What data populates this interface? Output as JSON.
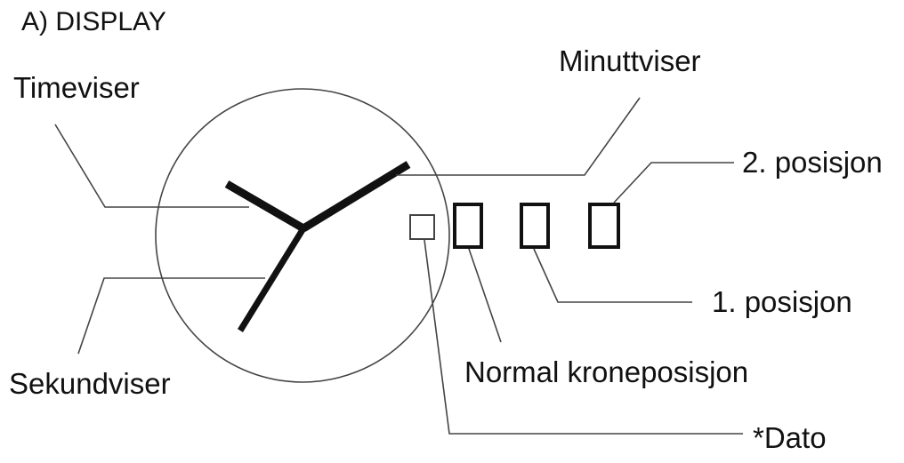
{
  "title": "A) DISPLAY",
  "labels": {
    "hour_hand": "Timeviser",
    "minute_hand": "Minuttviser",
    "second_hand": "Sekundviser",
    "position_2": "2. posisjon",
    "position_1": "1. posisjon",
    "normal_crown_position": "Normal kroneposisjon",
    "date": "*Dato"
  },
  "colors": {
    "ink": "#111111",
    "leader": "#444444",
    "background": "#ffffff"
  }
}
